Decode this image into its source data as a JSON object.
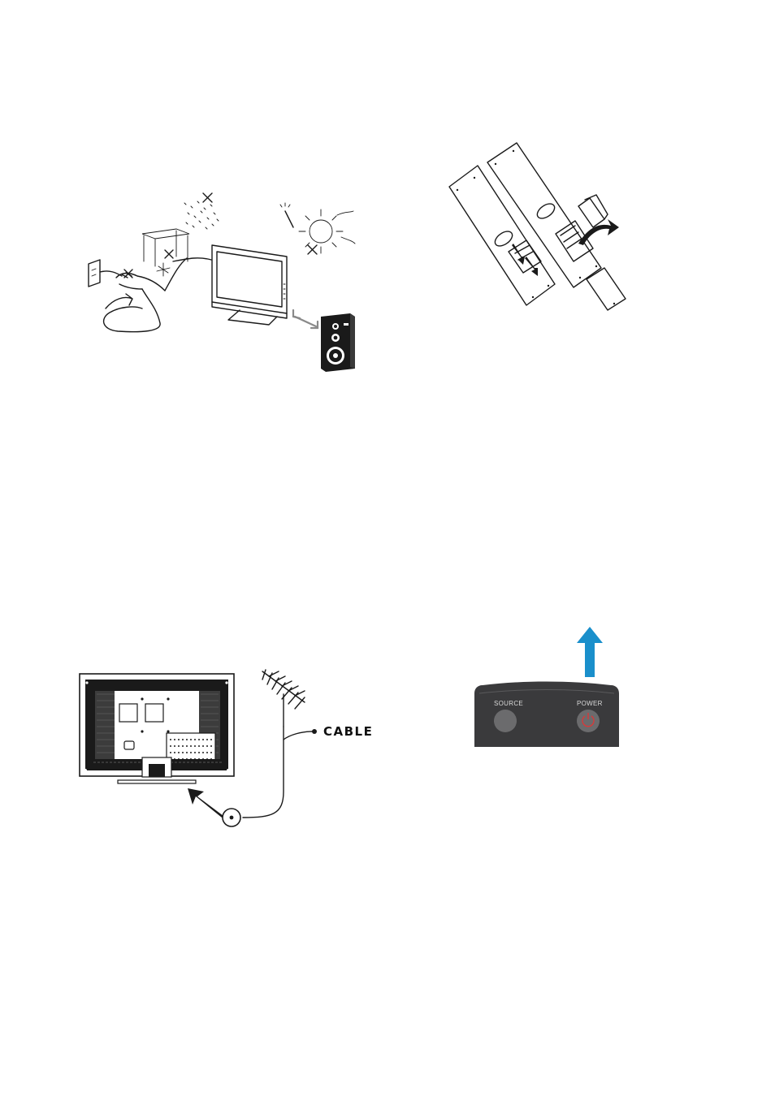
{
  "figures": {
    "safety_warnings": {},
    "remote_battery": {},
    "antenna_connection": {
      "cable_label": "CABLE"
    },
    "power_on": {
      "source_label": "SOURCE",
      "power_label": "POWER",
      "arrow_color": "#1a8fcb",
      "panel_color": "#3a3a3c",
      "button_color": "#6b6b6d",
      "power_symbol_color": "#d63a3a"
    }
  }
}
